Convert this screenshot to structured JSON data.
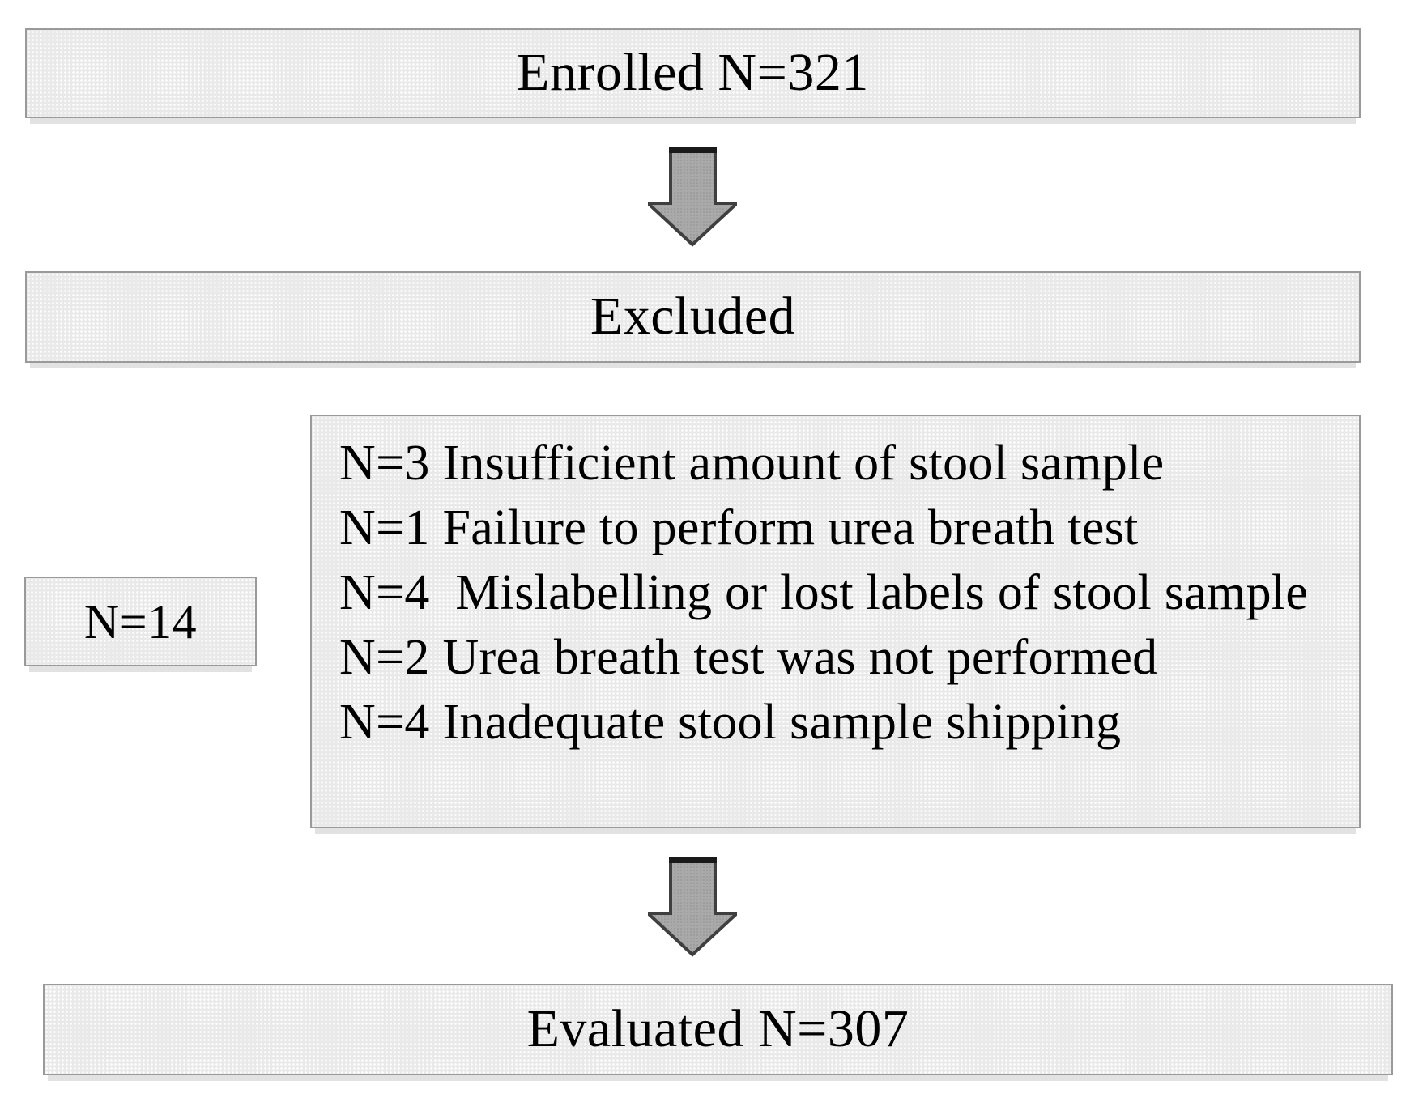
{
  "diagram": {
    "type": "flowchart",
    "nodes": {
      "enrolled": {
        "label": "Enrolled N=321",
        "n": 321
      },
      "excluded": {
        "label": "Excluded"
      },
      "excluded_count": {
        "label": "N=14",
        "n": 14
      },
      "reasons": {
        "items": [
          "N=3 Insufficient amount of stool sample",
          "N=1 Failure to perform urea breath test",
          "N=4  Mislabelling or lost labels of stool sample",
          "N=2 Urea breath test was not performed",
          "N=4 Inadequate stool sample shipping"
        ]
      },
      "evaluated": {
        "label": "Evaluated N=307",
        "n": 307
      }
    },
    "flow": [
      "enrolled",
      "excluded",
      "evaluated"
    ],
    "colors": {
      "box_fill": "#e9e9e9",
      "box_border": "#9a9a9a",
      "arrow_fill": "#a9a9a9",
      "arrow_dot": "#8f8f8f",
      "arrow_outline": "#3f3f3f",
      "text": "#000000"
    }
  }
}
